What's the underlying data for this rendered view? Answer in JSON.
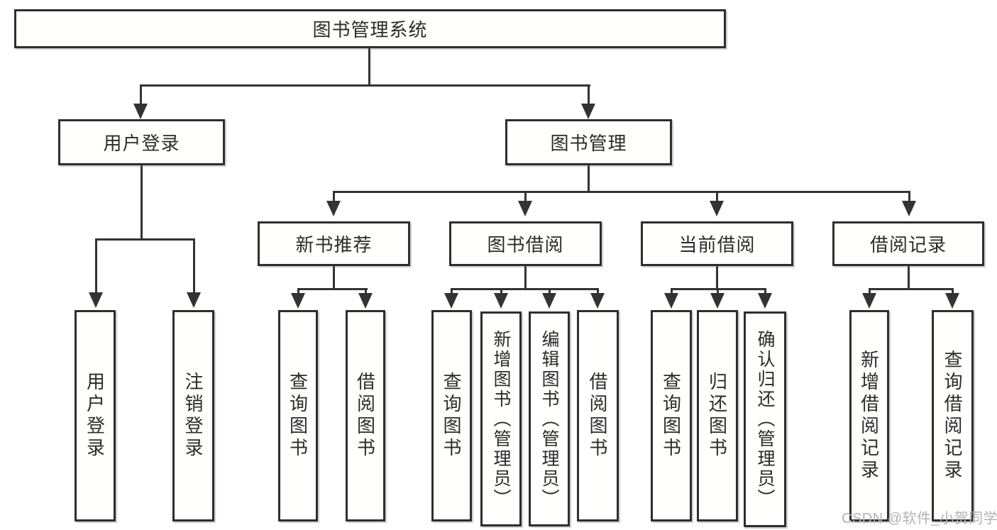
{
  "type": "hierarchy-diagram",
  "colors": {
    "line": "#333333",
    "box_border": "#2e2e2e",
    "box_background": "#ffffff",
    "text": "#2b2b2b",
    "watermark": "#b2b2b2"
  },
  "watermark": {
    "text": "CSDN @软件_小贺同学"
  },
  "tree": {
    "label": "图书管理系统",
    "children": [
      {
        "label": "用户登录",
        "children": [
          {
            "label": "用户登录"
          },
          {
            "label": "注销登录"
          }
        ]
      },
      {
        "label": "图书管理",
        "children": [
          {
            "label": "新书推荐",
            "children": [
              {
                "label": "查询图书"
              },
              {
                "label": "借阅图书"
              }
            ]
          },
          {
            "label": "图书借阅",
            "children": [
              {
                "label": "查询图书"
              },
              {
                "label": "新增图书（管理员）"
              },
              {
                "label": "编辑图书（管理员）"
              },
              {
                "label": "借阅图书"
              }
            ]
          },
          {
            "label": "当前借阅",
            "children": [
              {
                "label": "查询图书"
              },
              {
                "label": "归还图书"
              },
              {
                "label": "确认归还（管理员）"
              }
            ]
          },
          {
            "label": "借阅记录",
            "children": [
              {
                "label": "新增借阅记录"
              },
              {
                "label": "查询借阅记录"
              }
            ]
          }
        ]
      }
    ]
  }
}
